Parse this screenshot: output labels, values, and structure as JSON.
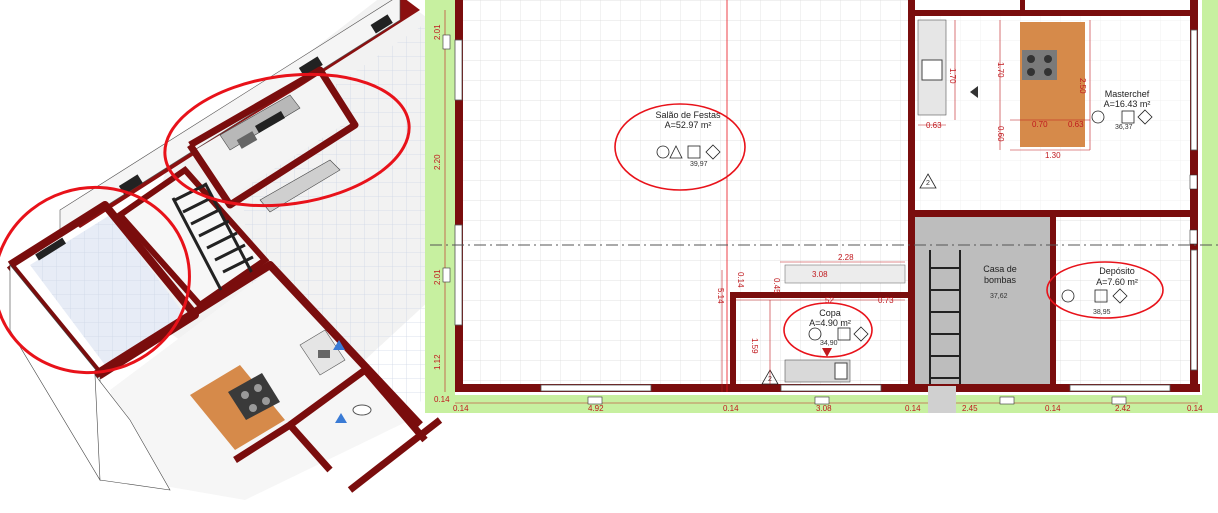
{
  "rooms": {
    "salao": {
      "name": "Salão de Festas",
      "area": "A=52.97 m²",
      "tag": "39,97"
    },
    "copa": {
      "name": "Copa",
      "area": "A=4.90 m²",
      "tag": "34,90"
    },
    "masterchef": {
      "name": "Masterchef",
      "area": "A=16.43 m²",
      "tag": "36,37"
    },
    "casa_bombas": {
      "name": "Casa de\nbombas",
      "line1": "Casa de",
      "line2": "bombas",
      "tag": "37,62"
    },
    "deposito": {
      "name": "Depósito",
      "area": "A=7.60 m²",
      "tag": "38,95"
    }
  },
  "dimensions": {
    "d_1_70a": "1.70",
    "d_1_70b": "1.70",
    "d_0_63": "0.63",
    "d_0_70": "0.70",
    "d_0_63b": "0.63",
    "d_1_30": "1.30",
    "d_0_60": "0.60",
    "d_2_50": "2.50",
    "d_2_28": "2.28",
    "d_3_08": "3.08",
    "d_0_73": "0.73",
    "d_0_45": "0.45",
    "d_1_59": "1.59",
    "d_1_12": "1.12",
    "d_2_01a": "2.01",
    "d_2_20": "2.20",
    "d_2_01b": "2.01",
    "d_4_92": "4.92",
    "d_3_08b": "3.08",
    "d_2_45": "2.45",
    "d_2_42": "2.42",
    "d_0_14a": "0.14",
    "d_0_14b": "0.14",
    "d_0_14c": "0.14",
    "d_0_14d": "0.14",
    "d_0_14e": "0.14",
    "d_0_14f": "0.14",
    "d_0_14g": "0.14",
    "d_5_14": "5.14",
    "d_0_52": "52"
  },
  "markers": {
    "two": "2",
    "one": "1"
  },
  "annotation_color": "#e8121a",
  "wall_color": "#7a0d0d",
  "ground_color": "#c7f0a0"
}
